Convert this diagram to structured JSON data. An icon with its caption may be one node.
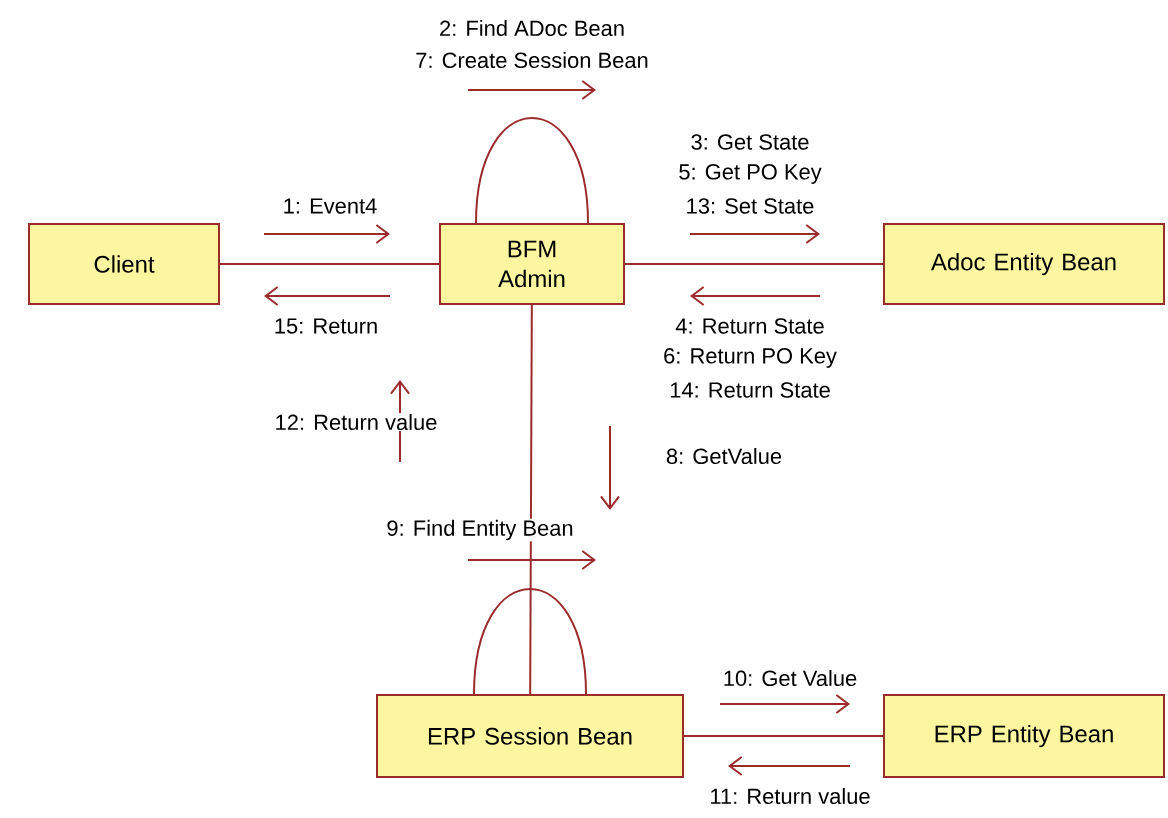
{
  "diagram": {
    "nodes": [
      {
        "text": [
          "Client"
        ]
      },
      {
        "text": [
          "BFM Admin"
        ]
      },
      {
        "text": [
          "Adoc Entity Bean"
        ]
      },
      {
        "text": [
          "ERP Session Bean"
        ]
      },
      {
        "text": [
          "ERP Entity Bean"
        ]
      }
    ],
    "edges": [
      {
        "from": 0,
        "to": 1,
        "arrow": "none"
      },
      {
        "from": 1,
        "to": 1,
        "arrow": "none"
      },
      {
        "from": 1,
        "to": 2,
        "arrow": "none"
      },
      {
        "from": 1,
        "to": 3,
        "arrow": "none"
      },
      {
        "from": 3,
        "to": 3,
        "arrow": "none"
      },
      {
        "from": 3,
        "to": 4,
        "arrow": "none"
      }
    ],
    "labels": [
      "2: Find ADoc Bean",
      "7: Create Session Bean",
      "3: Get State",
      "5: Get PO Key",
      "13: Set State",
      "1: Event4",
      "15: Return",
      "4: Return State",
      "6: Return PO Key",
      "14: Return State",
      "12: Return value",
      "8: GetValue",
      "9: Find Entity Bean",
      "10: Get Value",
      "11: Return value"
    ]
  }
}
